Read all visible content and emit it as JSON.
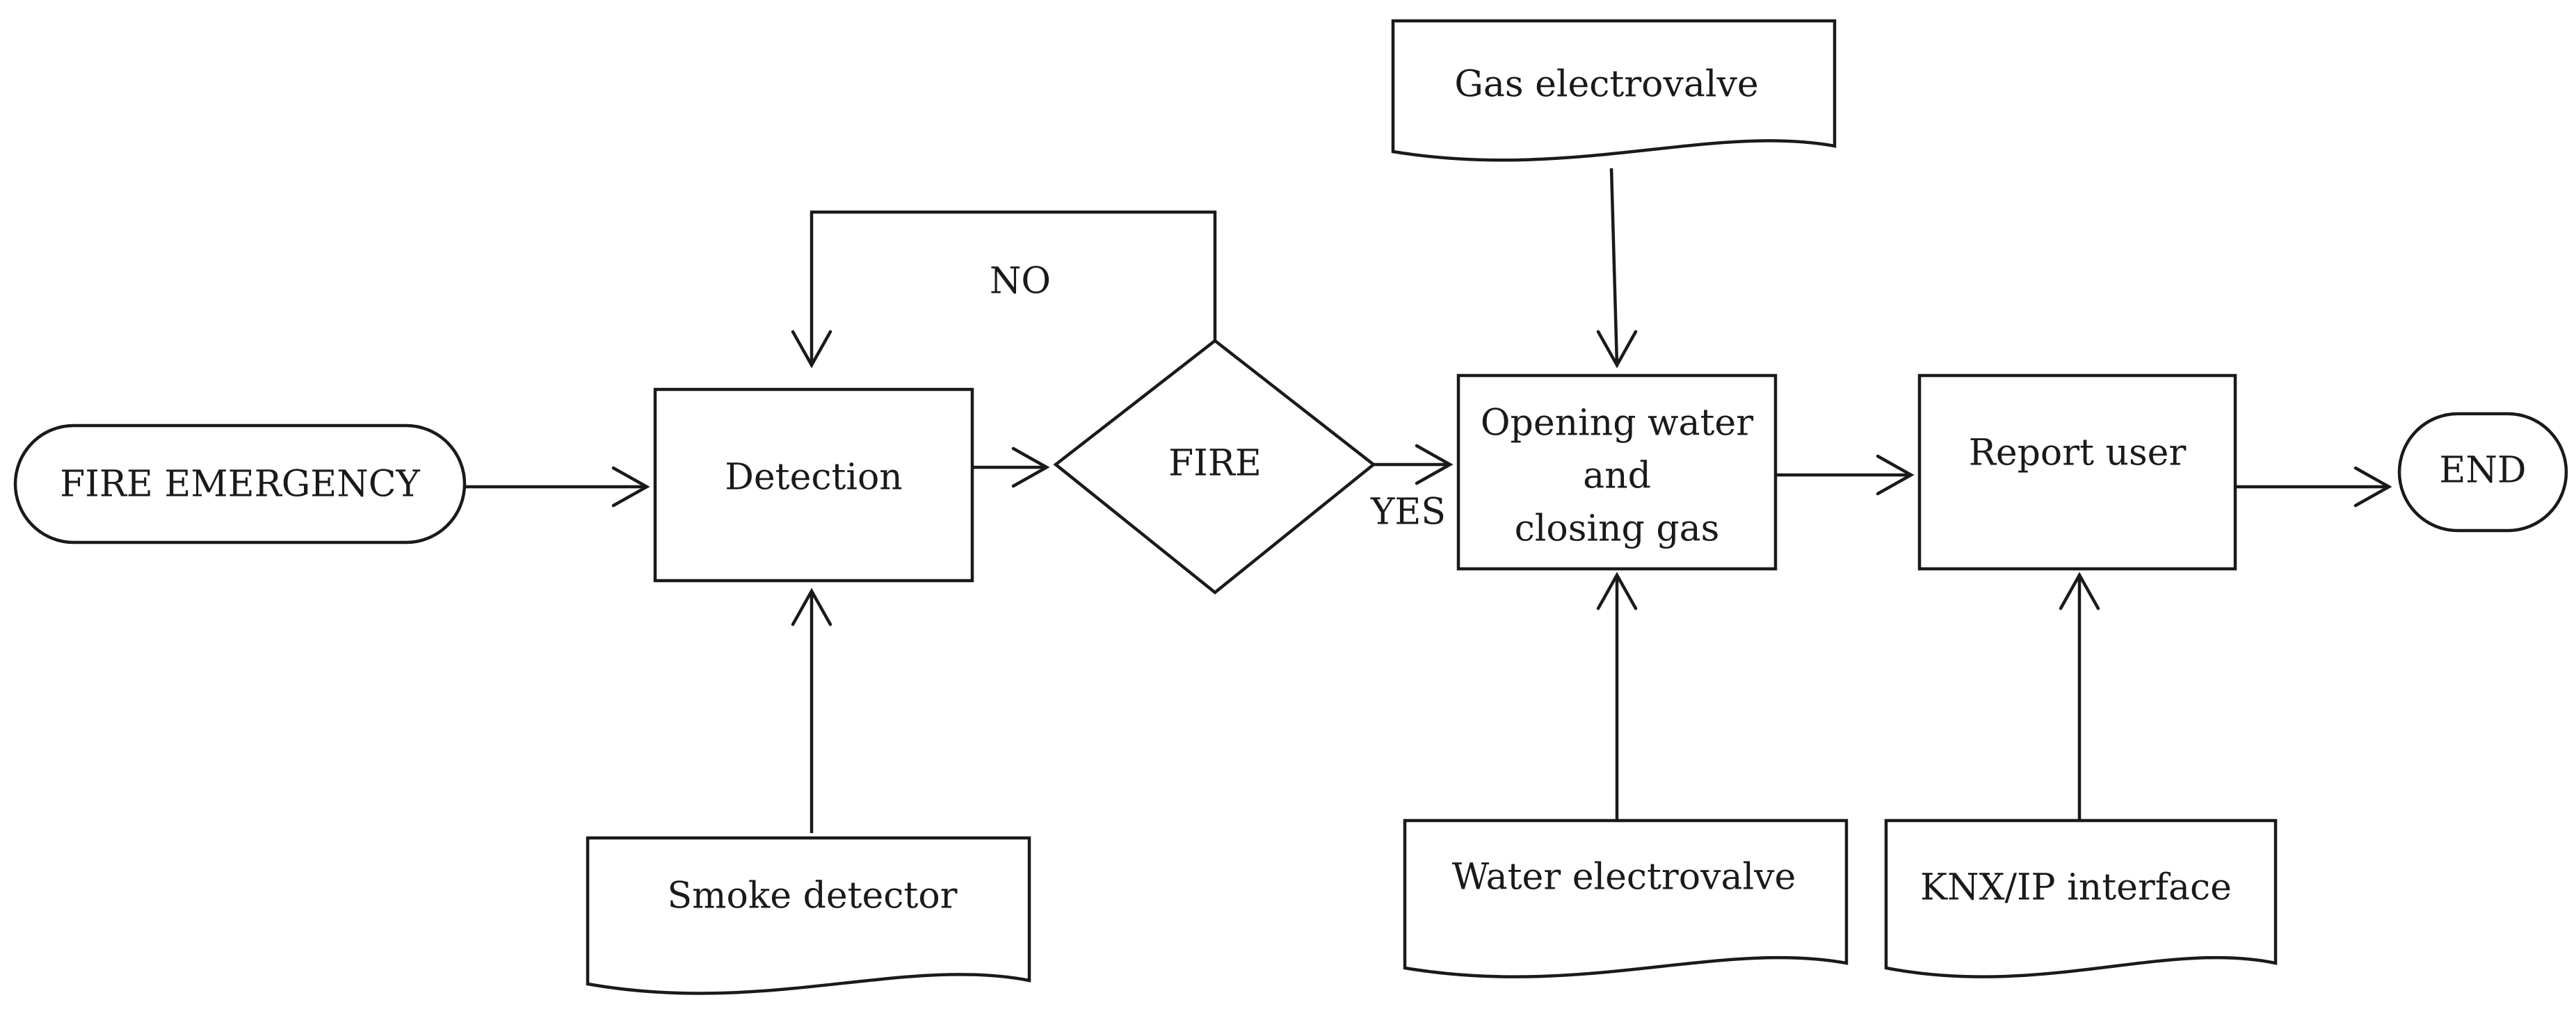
{
  "nodes": {
    "start": {
      "text": "FIRE EMERGENCY",
      "shape": "terminal"
    },
    "detection": {
      "text": "Detection",
      "shape": "process"
    },
    "fire_decision": {
      "text": "FIRE",
      "shape": "decision"
    },
    "action": {
      "lines": [
        "Opening water",
        "and",
        "closing gas"
      ],
      "shape": "process"
    },
    "report": {
      "text": "Report user",
      "shape": "process"
    },
    "end": {
      "text": "END",
      "shape": "terminal"
    },
    "smoke_detector": {
      "text": "Smoke detector",
      "shape": "document"
    },
    "gas_valve": {
      "text": "Gas electrovalve",
      "shape": "document"
    },
    "water_valve": {
      "text": "Water electrovalve",
      "shape": "document"
    },
    "knx_interface": {
      "text": "KNX/IP interface",
      "shape": "document"
    }
  },
  "edge_labels": {
    "no": "NO",
    "yes": "YES"
  },
  "colors": {
    "stroke": "#1a1a1a",
    "fill": "#ffffff",
    "background": "#ffffff"
  }
}
